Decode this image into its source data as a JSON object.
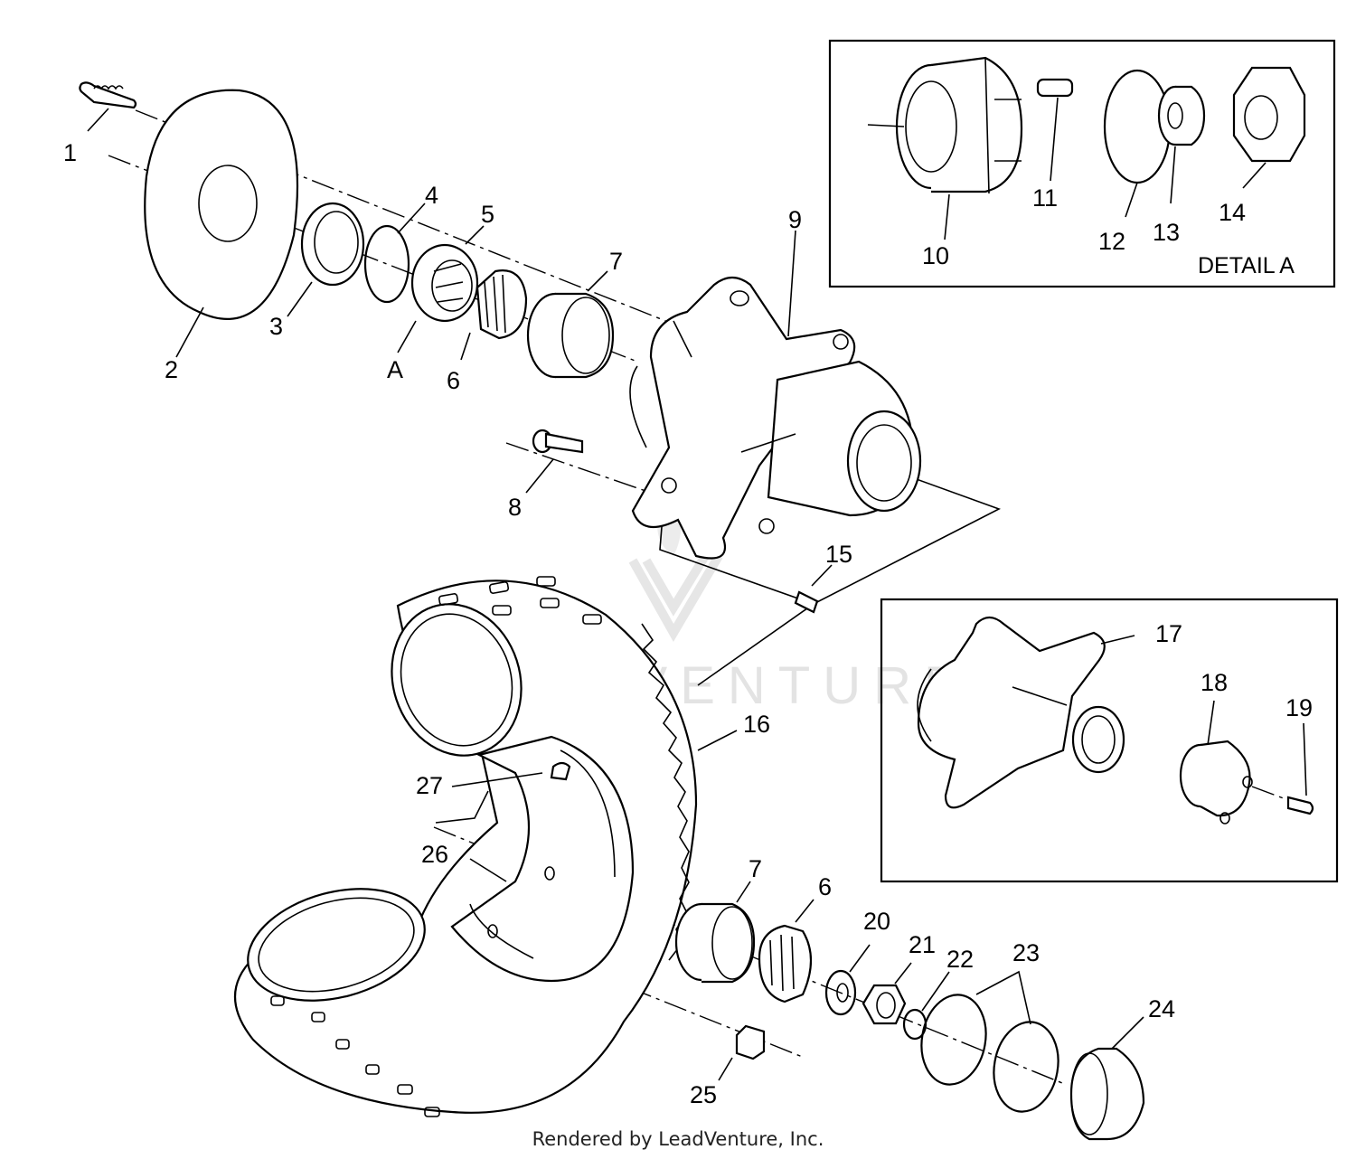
{
  "watermark": {
    "text": "LEADVENTURE"
  },
  "credit": "Rendered by LeadVenture, Inc.",
  "detail_box": {
    "title": "DETAIL A"
  },
  "callouts": [
    {
      "id": "1",
      "label": "1"
    },
    {
      "id": "2",
      "label": "2"
    },
    {
      "id": "3",
      "label": "3"
    },
    {
      "id": "4",
      "label": "4"
    },
    {
      "id": "5",
      "label": "5"
    },
    {
      "id": "A",
      "label": "A"
    },
    {
      "id": "6",
      "label": "6"
    },
    {
      "id": "7",
      "label": "7"
    },
    {
      "id": "8",
      "label": "8"
    },
    {
      "id": "9",
      "label": "9"
    },
    {
      "id": "10",
      "label": "10"
    },
    {
      "id": "11",
      "label": "11"
    },
    {
      "id": "12",
      "label": "12"
    },
    {
      "id": "13",
      "label": "13"
    },
    {
      "id": "14",
      "label": "14"
    },
    {
      "id": "15",
      "label": "15"
    },
    {
      "id": "16",
      "label": "16"
    },
    {
      "id": "17",
      "label": "17"
    },
    {
      "id": "18",
      "label": "18"
    },
    {
      "id": "19",
      "label": "19"
    },
    {
      "id": "20",
      "label": "20"
    },
    {
      "id": "21",
      "label": "21"
    },
    {
      "id": "22",
      "label": "22"
    },
    {
      "id": "23",
      "label": "23"
    },
    {
      "id": "24",
      "label": "24"
    },
    {
      "id": "25",
      "label": "25"
    },
    {
      "id": "26",
      "label": "26"
    },
    {
      "id": "27",
      "label": "27"
    },
    {
      "id": "6b",
      "label": "6"
    },
    {
      "id": "7b",
      "label": "7"
    }
  ]
}
